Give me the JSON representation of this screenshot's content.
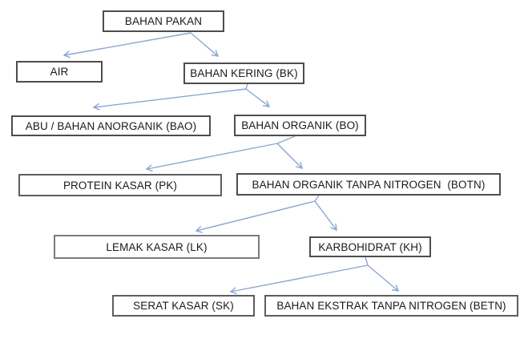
{
  "diagram": {
    "nodes": [
      {
        "id": "bahan-pakan",
        "label": "BAHAN PAKAN"
      },
      {
        "id": "air",
        "label": "AIR"
      },
      {
        "id": "bahan-kering",
        "label": "BAHAN KERING (BK)"
      },
      {
        "id": "abu-anorganik",
        "label": "ABU / BAHAN ANORGANIK (BAO)"
      },
      {
        "id": "bahan-organik",
        "label": "BAHAN ORGANIK (BO)"
      },
      {
        "id": "protein-kasar",
        "label": "PROTEIN KASAR (PK)"
      },
      {
        "id": "botn",
        "label": "BAHAN ORGANIK TANPA NITROGEN  (BOTN)"
      },
      {
        "id": "lemak-kasar",
        "label": "LEMAK KASAR (LK)"
      },
      {
        "id": "karbohidrat",
        "label": "KARBOHIDRAT (KH)"
      },
      {
        "id": "serat-kasar",
        "label": "SERAT KASAR (SK)"
      },
      {
        "id": "betn",
        "label": "BAHAN EKSTRAK TANPA NITROGEN (BETN)"
      }
    ],
    "edges": [
      {
        "from": "BAHAN PAKAN",
        "to": "AIR"
      },
      {
        "from": "BAHAN PAKAN",
        "to": "BAHAN KERING (BK)"
      },
      {
        "from": "BAHAN KERING (BK)",
        "to": "ABU / BAHAN ANORGANIK (BAO)"
      },
      {
        "from": "BAHAN KERING (BK)",
        "to": "BAHAN ORGANIK (BO)"
      },
      {
        "from": "BAHAN ORGANIK (BO)",
        "to": "PROTEIN KASAR (PK)"
      },
      {
        "from": "BAHAN ORGANIK (BO)",
        "to": "BAHAN ORGANIK TANPA NITROGEN (BOTN)"
      },
      {
        "from": "BAHAN ORGANIK TANPA NITROGEN (BOTN)",
        "to": "LEMAK KASAR (LK)"
      },
      {
        "from": "BAHAN ORGANIK TANPA NITROGEN (BOTN)",
        "to": "KARBOHIDRAT (KH)"
      },
      {
        "from": "KARBOHIDRAT (KH)",
        "to": "SERAT KASAR (SK)"
      },
      {
        "from": "KARBOHIDRAT (KH)",
        "to": "BAHAN EKSTRAK TANPA NITROGEN (BETN)"
      }
    ],
    "colors": {
      "arrow": "#8aa7d0",
      "box_border": "#4d4d4d",
      "text": "#1a1a1a",
      "background": "#ffffff"
    }
  }
}
